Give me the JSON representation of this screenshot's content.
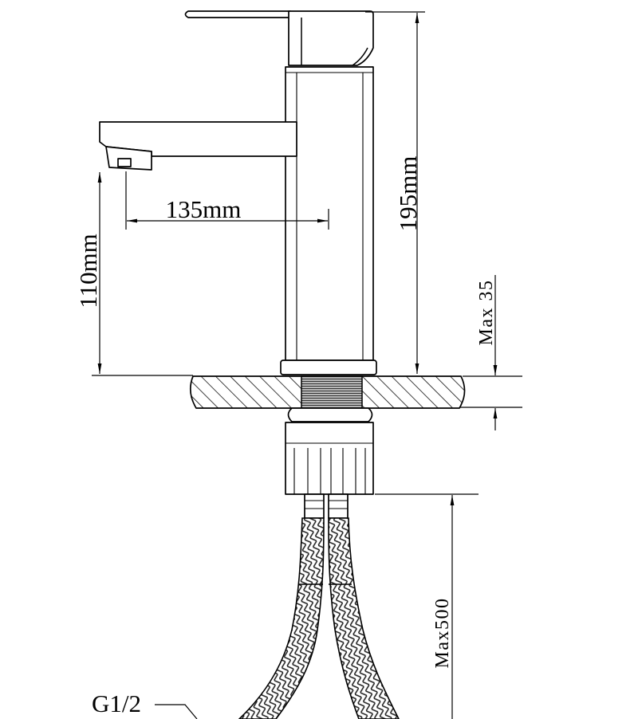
{
  "drawing": {
    "labels": {
      "spout_reach": "135mm",
      "overall_height": "195mm",
      "spout_height": "110mm",
      "deck_thickness": "Max 35",
      "hose_length": "Max500",
      "connection_thread": "G1/2"
    }
  },
  "colors": {
    "line": "#000000",
    "background": "#ffffff",
    "thread": "#333333"
  }
}
